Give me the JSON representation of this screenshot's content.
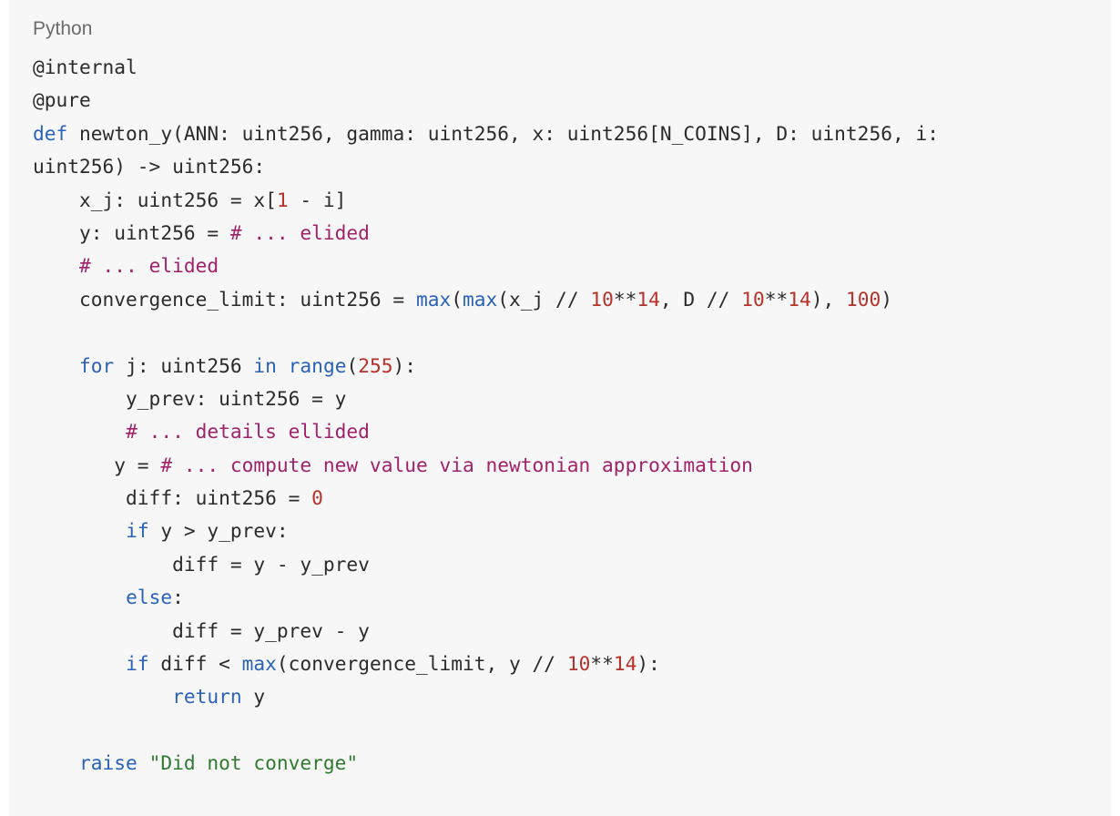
{
  "code_block": {
    "language": "Python",
    "lines": [
      [
        {
          "t": "@internal",
          "c": "plain"
        }
      ],
      [
        {
          "t": "@pure",
          "c": "plain"
        }
      ],
      [
        {
          "t": "def",
          "c": "kw"
        },
        {
          "t": " newton_y(ANN: uint256, gamma: uint256, x: uint256[N_COINS], D: uint256, i:",
          "c": "plain"
        }
      ],
      [
        {
          "t": "uint256) -> uint256:",
          "c": "plain"
        }
      ],
      [
        {
          "t": "    x_j: uint256 = x[",
          "c": "plain"
        },
        {
          "t": "1",
          "c": "num"
        },
        {
          "t": " - i]",
          "c": "plain"
        }
      ],
      [
        {
          "t": "    y: uint256 = ",
          "c": "plain"
        },
        {
          "t": "# ... elided",
          "c": "cmt"
        }
      ],
      [
        {
          "t": "    ",
          "c": "plain"
        },
        {
          "t": "# ... elided",
          "c": "cmt"
        }
      ],
      [
        {
          "t": "    convergence_limit: uint256 = ",
          "c": "plain"
        },
        {
          "t": "max",
          "c": "kw"
        },
        {
          "t": "(",
          "c": "plain"
        },
        {
          "t": "max",
          "c": "kw"
        },
        {
          "t": "(x_j // ",
          "c": "plain"
        },
        {
          "t": "10",
          "c": "num"
        },
        {
          "t": "**",
          "c": "plain"
        },
        {
          "t": "14",
          "c": "num"
        },
        {
          "t": ", D // ",
          "c": "plain"
        },
        {
          "t": "10",
          "c": "num"
        },
        {
          "t": "**",
          "c": "plain"
        },
        {
          "t": "14",
          "c": "num"
        },
        {
          "t": "), ",
          "c": "plain"
        },
        {
          "t": "100",
          "c": "num"
        },
        {
          "t": ")",
          "c": "plain"
        }
      ],
      [],
      [
        {
          "t": "    ",
          "c": "plain"
        },
        {
          "t": "for",
          "c": "kw"
        },
        {
          "t": " j: uint256 ",
          "c": "plain"
        },
        {
          "t": "in",
          "c": "kw"
        },
        {
          "t": " ",
          "c": "plain"
        },
        {
          "t": "range",
          "c": "kw"
        },
        {
          "t": "(",
          "c": "plain"
        },
        {
          "t": "255",
          "c": "num"
        },
        {
          "t": "):",
          "c": "plain"
        }
      ],
      [
        {
          "t": "        y_prev: uint256 = y",
          "c": "plain"
        }
      ],
      [
        {
          "t": "        ",
          "c": "plain"
        },
        {
          "t": "# ... details ellided",
          "c": "cmt"
        }
      ],
      [
        {
          "t": "       y = ",
          "c": "plain"
        },
        {
          "t": "# ... compute new value via newtonian approximation",
          "c": "cmt"
        }
      ],
      [
        {
          "t": "        diff: uint256 = ",
          "c": "plain"
        },
        {
          "t": "0",
          "c": "num"
        }
      ],
      [
        {
          "t": "        ",
          "c": "plain"
        },
        {
          "t": "if",
          "c": "kw"
        },
        {
          "t": " y > y_prev:",
          "c": "plain"
        }
      ],
      [
        {
          "t": "            diff = y - y_prev",
          "c": "plain"
        }
      ],
      [
        {
          "t": "        ",
          "c": "plain"
        },
        {
          "t": "else",
          "c": "kw"
        },
        {
          "t": ":",
          "c": "plain"
        }
      ],
      [
        {
          "t": "            diff = y_prev - y",
          "c": "plain"
        }
      ],
      [
        {
          "t": "        ",
          "c": "plain"
        },
        {
          "t": "if",
          "c": "kw"
        },
        {
          "t": " diff < ",
          "c": "plain"
        },
        {
          "t": "max",
          "c": "kw"
        },
        {
          "t": "(convergence_limit, y // ",
          "c": "plain"
        },
        {
          "t": "10",
          "c": "num"
        },
        {
          "t": "**",
          "c": "plain"
        },
        {
          "t": "14",
          "c": "num"
        },
        {
          "t": "):",
          "c": "plain"
        }
      ],
      [
        {
          "t": "            ",
          "c": "plain"
        },
        {
          "t": "return",
          "c": "kw"
        },
        {
          "t": " y",
          "c": "plain"
        }
      ],
      [],
      [
        {
          "t": "    ",
          "c": "plain"
        },
        {
          "t": "raise",
          "c": "kw"
        },
        {
          "t": " ",
          "c": "plain"
        },
        {
          "t": "\"Did not converge\"",
          "c": "str"
        }
      ]
    ]
  },
  "colors": {
    "keyword": "#2a62b8",
    "number": "#b6322a",
    "comment": "#a0226a",
    "string": "#2f7a2f",
    "text": "#2b2b2b",
    "background": "#f7f7f7"
  }
}
